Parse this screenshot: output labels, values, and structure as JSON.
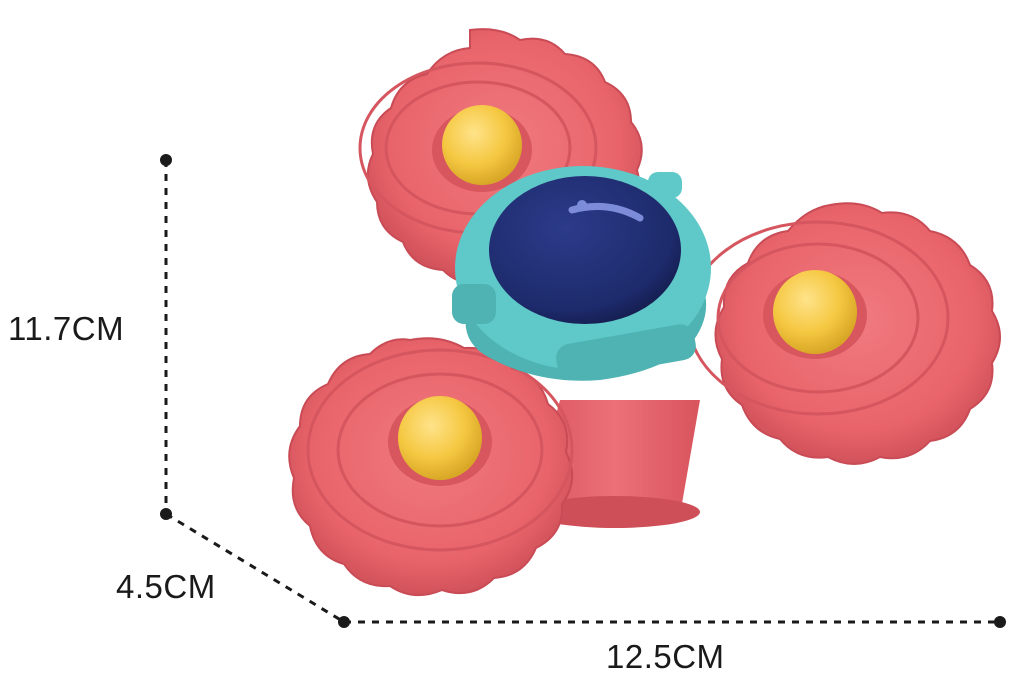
{
  "product": {
    "name": "suction cup spinner toy",
    "colors": {
      "petal": "#e8646a",
      "petal_dark": "#cf4f58",
      "ball": "#f5c842",
      "hub": "#5fc8c8",
      "dome": "#1d2a6b",
      "background": "#ffffff",
      "dimension_line": "#1a1a1a"
    }
  },
  "dimensions": {
    "height": "11.7CM",
    "depth": "4.5CM",
    "width": "12.5CM"
  }
}
